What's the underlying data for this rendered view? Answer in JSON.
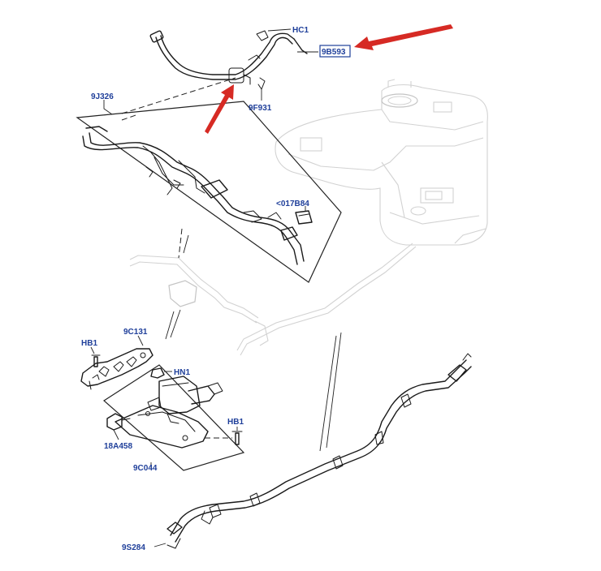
{
  "diagram": {
    "parts": [
      {
        "id": "hc1",
        "label": "HC1"
      },
      {
        "id": "9b593",
        "label": "9B593",
        "highlighted": true
      },
      {
        "id": "9f931",
        "label": "9F931"
      },
      {
        "id": "9j326",
        "label": "9J326"
      },
      {
        "id": "017b84",
        "label": "<017B84"
      },
      {
        "id": "hb1-a",
        "label": "HB1"
      },
      {
        "id": "9c131",
        "label": "9C131"
      },
      {
        "id": "hn1",
        "label": "HN1"
      },
      {
        "id": "hb1-b",
        "label": "HB1"
      },
      {
        "id": "18a458",
        "label": "18A458"
      },
      {
        "id": "9c044",
        "label": "9C044"
      },
      {
        "id": "9s284",
        "label": "9S284"
      }
    ],
    "colors": {
      "label": "#1f3f9a",
      "highlight_arrow": "#d62a24",
      "highlight_box": "#1f3f9a",
      "line_art": "#1a1a1a",
      "ghost_art": "#d2d2d2"
    }
  }
}
